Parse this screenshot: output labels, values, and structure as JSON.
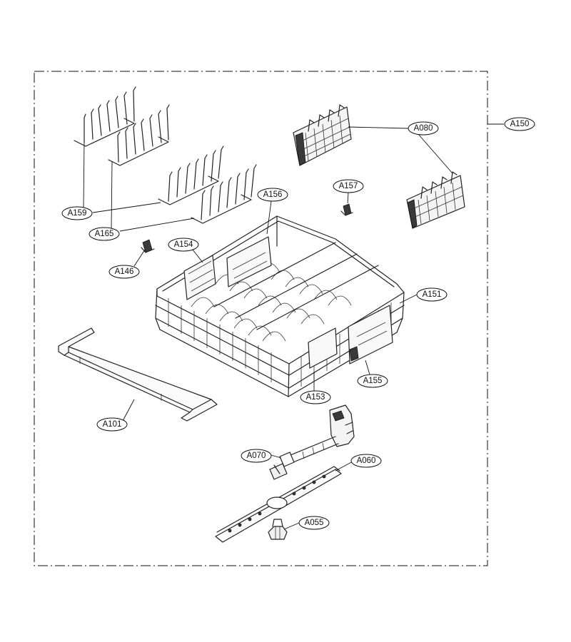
{
  "callouts": [
    {
      "id": "A150",
      "label": "A150"
    },
    {
      "id": "A080",
      "label": "A080"
    },
    {
      "id": "A157",
      "label": "A157"
    },
    {
      "id": "A156",
      "label": "A156"
    },
    {
      "id": "A159",
      "label": "A159"
    },
    {
      "id": "A165",
      "label": "A165"
    },
    {
      "id": "A154",
      "label": "A154"
    },
    {
      "id": "A146",
      "label": "A146"
    },
    {
      "id": "A151",
      "label": "A151"
    },
    {
      "id": "A155",
      "label": "A155"
    },
    {
      "id": "A153",
      "label": "A153"
    },
    {
      "id": "A101",
      "label": "A101"
    },
    {
      "id": "A070",
      "label": "A070"
    },
    {
      "id": "A060",
      "label": "A060"
    },
    {
      "id": "A055",
      "label": "A055"
    }
  ]
}
